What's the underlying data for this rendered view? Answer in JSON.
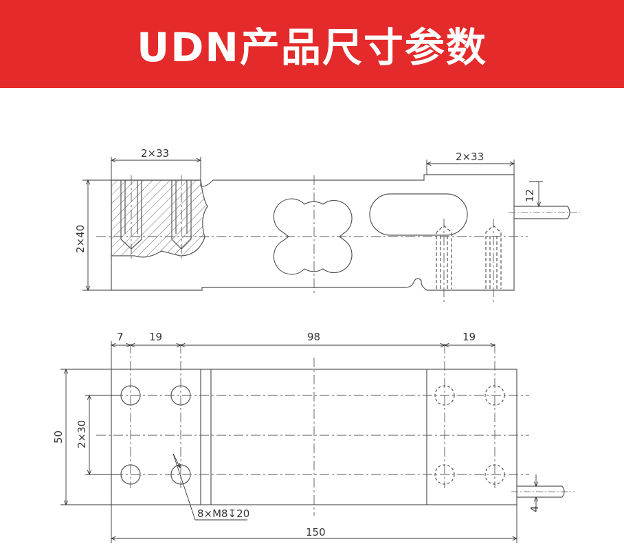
{
  "header": {
    "title": "UDN产品尺寸参数",
    "background": "#e42a2a",
    "text_color": "#ffffff"
  },
  "side_view": {
    "dim_top_left": "2×33",
    "dim_top_right": "2×33",
    "dim_height": "2×40",
    "dim_cable": "12"
  },
  "top_view": {
    "dim_a": "7",
    "dim_b": "19",
    "dim_c": "98",
    "dim_d": "19",
    "dim_height_outer": "50",
    "dim_height_inner": "2×30",
    "dim_holes": "8×M8↧20",
    "dim_length": "150",
    "dim_cable": "4"
  },
  "colors": {
    "line": "#555555",
    "dim": "#333333"
  }
}
